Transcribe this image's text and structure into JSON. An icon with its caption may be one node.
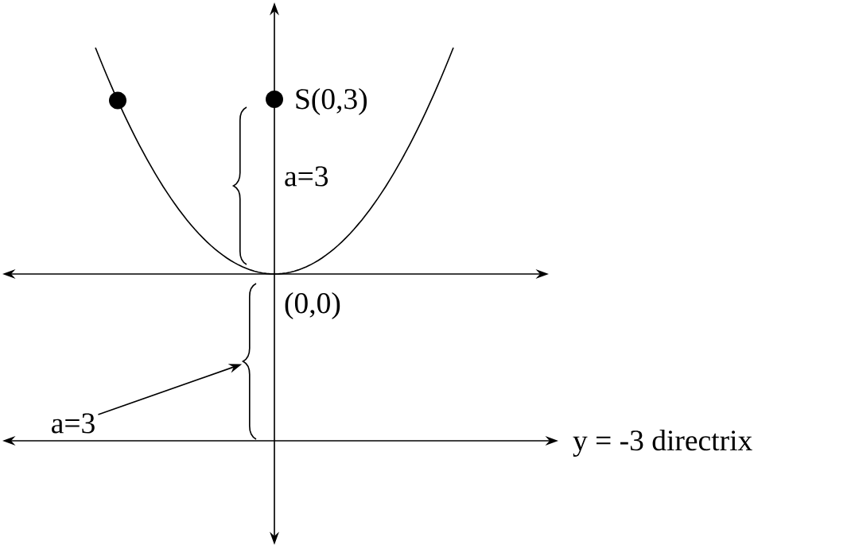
{
  "diagram": {
    "nodes": [
      {
        "text": [
          "a=3"
        ]
      },
      {
        "text": [],
        "shape": "brace"
      }
    ],
    "edges": [
      {
        "from": 0,
        "to": 1,
        "arrow": "to"
      }
    ],
    "labels": [
      "S(0,3)",
      "a=3",
      "(0,0)",
      "y = -3 directrix"
    ]
  }
}
